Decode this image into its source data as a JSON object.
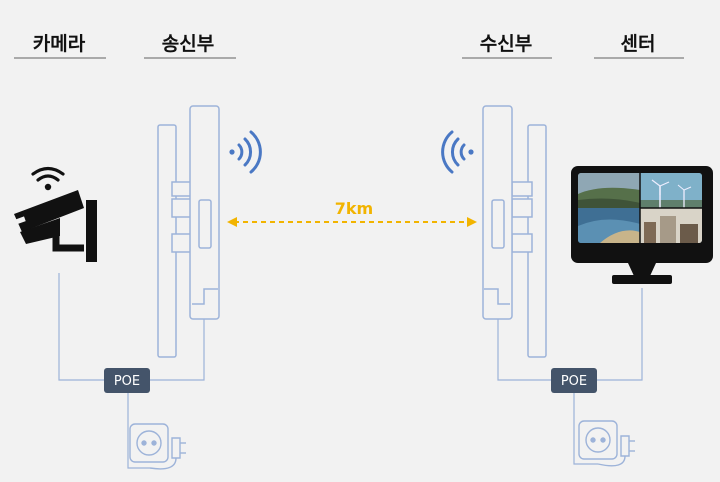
{
  "headings": {
    "camera": "카메라",
    "transmitter": "송신부",
    "receiver": "수신부",
    "center": "센터"
  },
  "link": {
    "distance": "7km"
  },
  "poe": {
    "left": "POE",
    "right": "POE"
  },
  "colors": {
    "background": "#f2f2f2",
    "heading_underline": "#aaaaaa",
    "device_outline": "#9db3d9",
    "cable": "#9db3d9",
    "wifi": "#4a78c4",
    "distance": "#f2b400",
    "poe_box": "#44546a",
    "icon_black": "#111111"
  },
  "icons": {
    "camera": "cctv-camera-icon",
    "monitor": "monitor-icon",
    "outlet": "power-outlet-icon",
    "signal": "wifi-signal-icon"
  }
}
